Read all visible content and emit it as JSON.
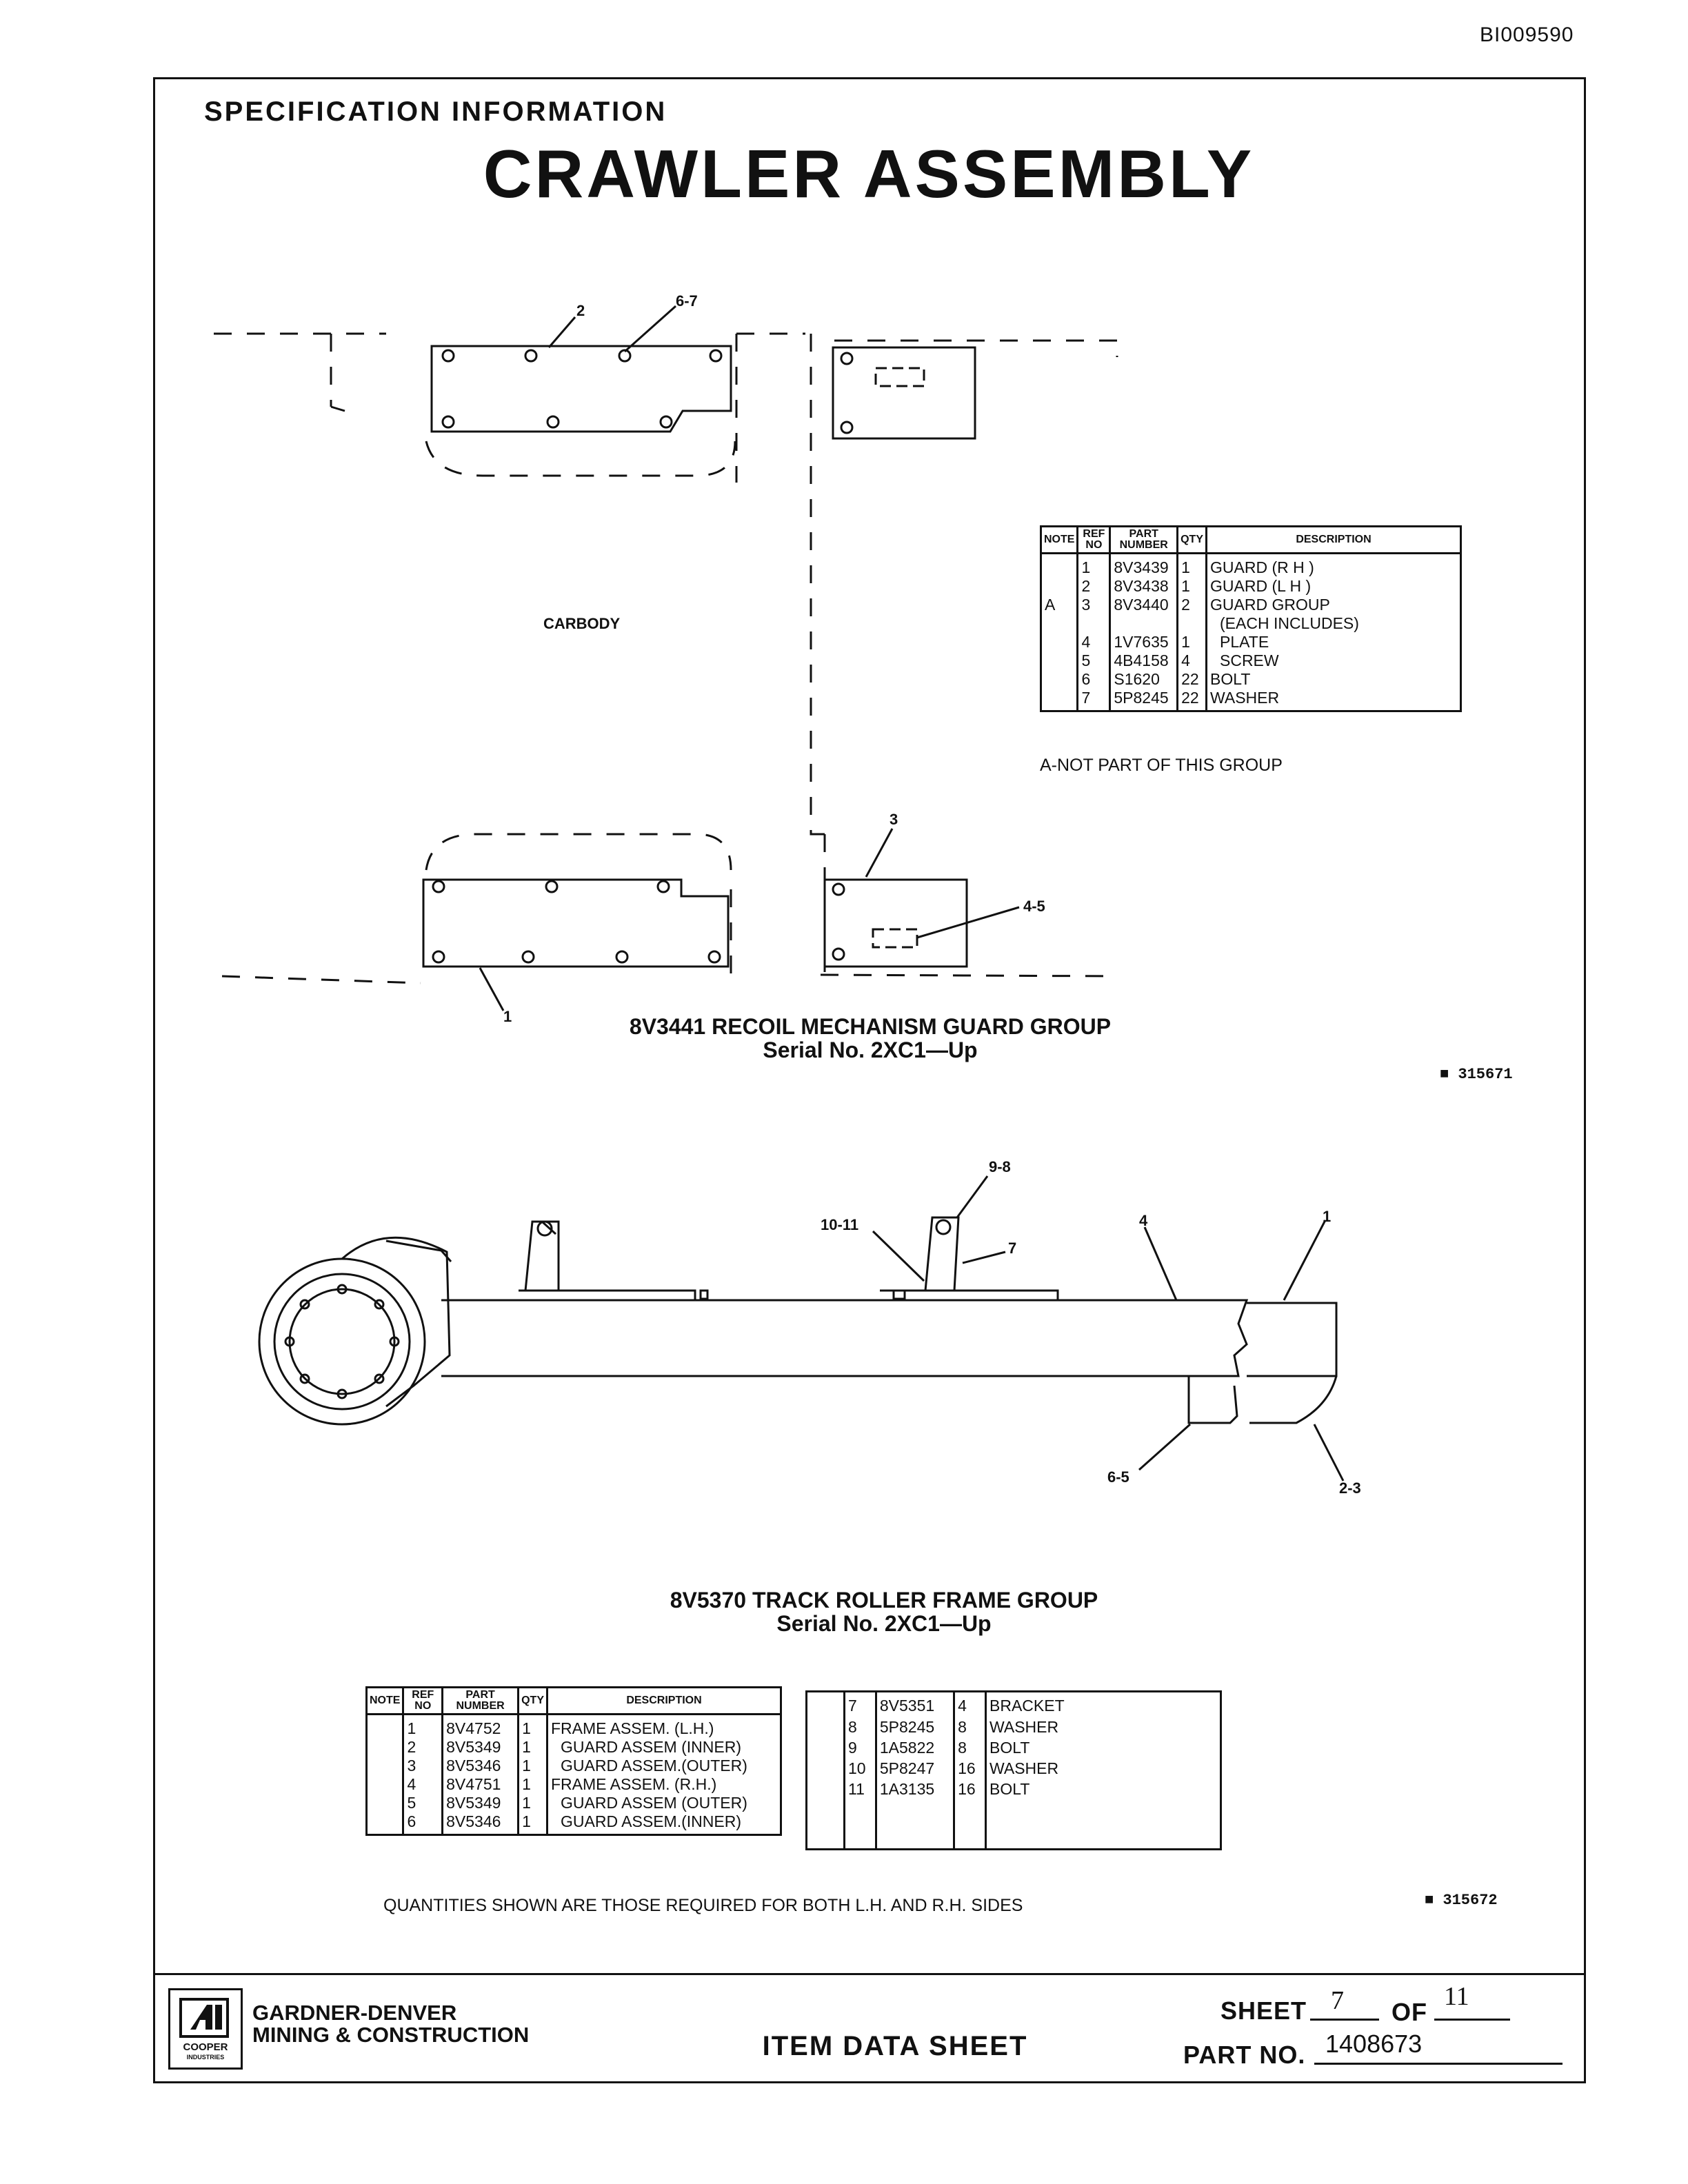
{
  "document_id": "BI009590",
  "header": {
    "section": "SPECIFICATION INFORMATION",
    "title": "CRAWLER ASSEMBLY"
  },
  "recoil_group": {
    "labels": {
      "ref_2": "2",
      "ref_6_7": "6-7",
      "ref_3": "3",
      "ref_4_5": "4-5",
      "ref_1": "1",
      "carbody": "CARBODY"
    },
    "caption_line1": "8V3441 RECOIL MECHANISM GUARD GROUP",
    "caption_line2": "Serial No. 2XC1—Up",
    "table": {
      "headers": [
        "NOTE",
        "REF NO",
        "PART NUMBER",
        "QTY",
        "DESCRIPTION"
      ],
      "rows": [
        {
          "note": "",
          "ref": "1",
          "part": "8V3439",
          "qty": "1",
          "desc": "GUARD (R H )"
        },
        {
          "note": "",
          "ref": "2",
          "part": "8V3438",
          "qty": "1",
          "desc": "GUARD (L H )"
        },
        {
          "note": "A",
          "ref": "3",
          "part": "8V3440",
          "qty": "2",
          "desc": "GUARD GROUP"
        },
        {
          "note": "",
          "ref": "",
          "part": "",
          "qty": "",
          "desc": "(EACH INCLUDES)"
        },
        {
          "note": "",
          "ref": "4",
          "part": "1V7635",
          "qty": "1",
          "desc": "PLATE"
        },
        {
          "note": "",
          "ref": "5",
          "part": "4B4158",
          "qty": "4",
          "desc": "SCREW"
        },
        {
          "note": "",
          "ref": "6",
          "part": "S1620",
          "qty": "22",
          "desc": "BOLT"
        },
        {
          "note": "",
          "ref": "7",
          "part": "5P8245",
          "qty": "22",
          "desc": "WASHER"
        }
      ]
    },
    "table_note": "A-NOT PART OF THIS GROUP",
    "stamp": "315671"
  },
  "track_group": {
    "labels": {
      "ref_9_8": "9-8",
      "ref_10_11": "10-11",
      "ref_7": "7",
      "ref_4": "4",
      "ref_1": "1",
      "ref_6_5": "6-5",
      "ref_2_3": "2-3"
    },
    "caption_line1": "8V5370 TRACK ROLLER FRAME GROUP",
    "caption_line2": "Serial No. 2XC1—Up",
    "table_left": {
      "headers": [
        "NOTE",
        "REF NO",
        "PART NUMBER",
        "QTY",
        "DESCRIPTION"
      ],
      "rows": [
        {
          "note": "",
          "ref": "1",
          "part": "8V4752",
          "qty": "1",
          "desc": "FRAME ASSEM. (L.H.)"
        },
        {
          "note": "",
          "ref": "2",
          "part": "8V5349",
          "qty": "1",
          "desc": "GUARD ASSEM (INNER)"
        },
        {
          "note": "",
          "ref": "3",
          "part": "8V5346",
          "qty": "1",
          "desc": "GUARD ASSEM.(OUTER)"
        },
        {
          "note": "",
          "ref": "4",
          "part": "8V4751",
          "qty": "1",
          "desc": "FRAME ASSEM. (R.H.)"
        },
        {
          "note": "",
          "ref": "5",
          "part": "8V5349",
          "qty": "1",
          "desc": "GUARD ASSEM (OUTER)"
        },
        {
          "note": "",
          "ref": "6",
          "part": "8V5346",
          "qty": "1",
          "desc": "GUARD ASSEM.(INNER)"
        }
      ]
    },
    "table_right": {
      "rows": [
        {
          "note": "",
          "ref": "7",
          "part": "8V5351",
          "qty": "4",
          "desc": "BRACKET"
        },
        {
          "note": "",
          "ref": "8",
          "part": "5P8245",
          "qty": "8",
          "desc": "WASHER"
        },
        {
          "note": "",
          "ref": "9",
          "part": "1A5822",
          "qty": "8",
          "desc": "BOLT"
        },
        {
          "note": "",
          "ref": "10",
          "part": "5P8247",
          "qty": "16",
          "desc": "WASHER"
        },
        {
          "note": "",
          "ref": "11",
          "part": "1A3135",
          "qty": "16",
          "desc": "BOLT"
        },
        {
          "note": "",
          "ref": "",
          "part": "",
          "qty": "",
          "desc": ""
        }
      ]
    },
    "quantities_note": "QUANTITIES SHOWN ARE THOSE REQUIRED FOR BOTH L.H. AND R.H. SIDES",
    "stamp": "315672"
  },
  "footer": {
    "logo_text": "COOPER",
    "logo_subtext": "INDUSTRIES",
    "company_line1": "GARDNER-DENVER",
    "company_line2": "MINING & CONSTRUCTION",
    "doc_type": "ITEM DATA SHEET",
    "sheet_label": "SHEET",
    "sheet_number": "7",
    "of_label": "OF",
    "sheet_total": "11",
    "part_label": "PART NO.",
    "part_number": "1408673"
  }
}
